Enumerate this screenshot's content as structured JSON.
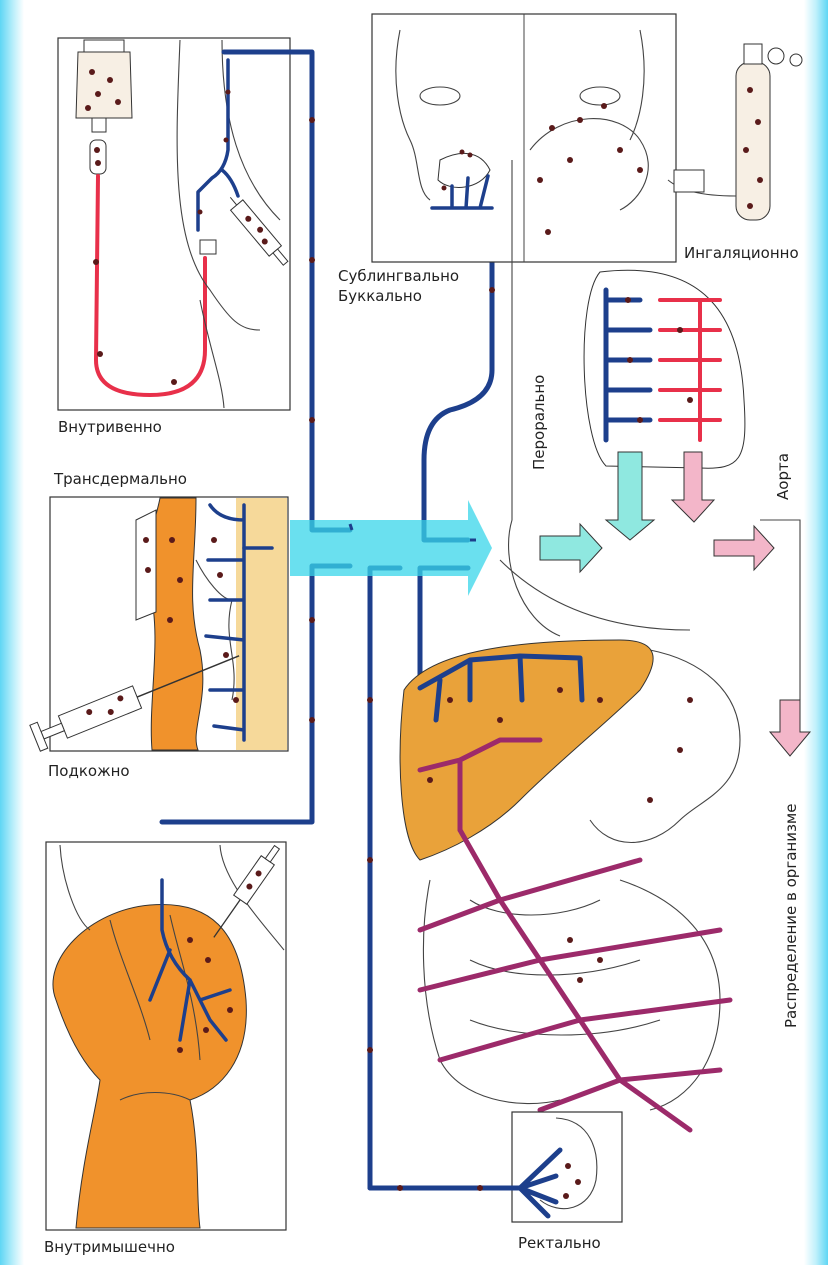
{
  "labels": {
    "intravenous": "Внутривенно",
    "transdermal": "Трансдермально",
    "subcutaneous": "Подкожно",
    "intramuscular": "Внутримышечно",
    "sublingual": "Сублингвально",
    "buccal": "Буккально",
    "inhalation": "Ингаляционно",
    "oral": "Перорально",
    "aorta": "Аорта",
    "distribution": "Распределение в организме",
    "rectal": "Ректально"
  },
  "colors": {
    "vein": "#1d3f8c",
    "artery": "#e8304a",
    "portal": "#9c2a6a",
    "tissue_orange": "#f0922c",
    "liver": "#e9a23a",
    "dermis": "#f6d99a",
    "bloodstream_arrow": "#38d6ea",
    "dot": "#5a1a1a"
  },
  "icons": [
    "iv-bag-icon",
    "syringe-icon",
    "gas-cylinder-icon"
  ]
}
